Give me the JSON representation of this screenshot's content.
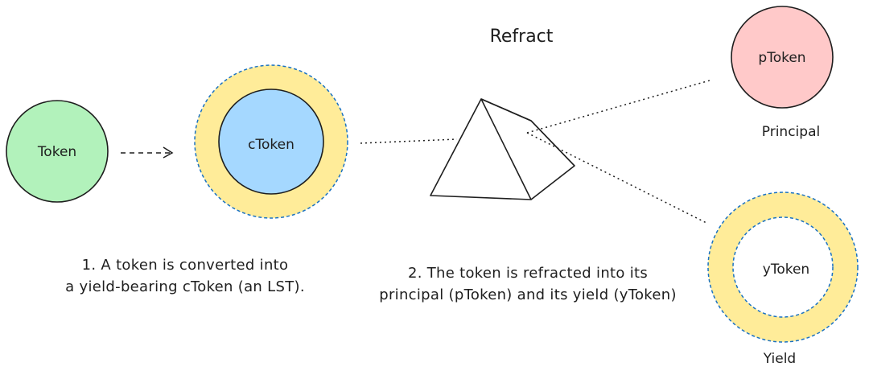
{
  "title": "Refract",
  "nodes": {
    "token": {
      "label": "Token",
      "fill": "#b2f2bb"
    },
    "ctoken": {
      "label": "cToken",
      "inner_fill": "#a5d8ff",
      "ring_fill": "#ffec99"
    },
    "ptoken": {
      "label": "pToken",
      "sublabel": "Principal",
      "fill": "#ffc9c9"
    },
    "ytoken": {
      "label": "yToken",
      "sublabel": "Yield",
      "ring_fill": "#ffec99"
    }
  },
  "captions": {
    "step1": [
      "1. A token is converted into",
      "a yield-bearing cToken (an LST)."
    ],
    "step2": [
      "2. The token is refracted into its",
      "principal (pToken) and its yield (yToken)"
    ]
  },
  "colors": {
    "stroke": "#1e1e1e",
    "dash": "#1971c2"
  }
}
